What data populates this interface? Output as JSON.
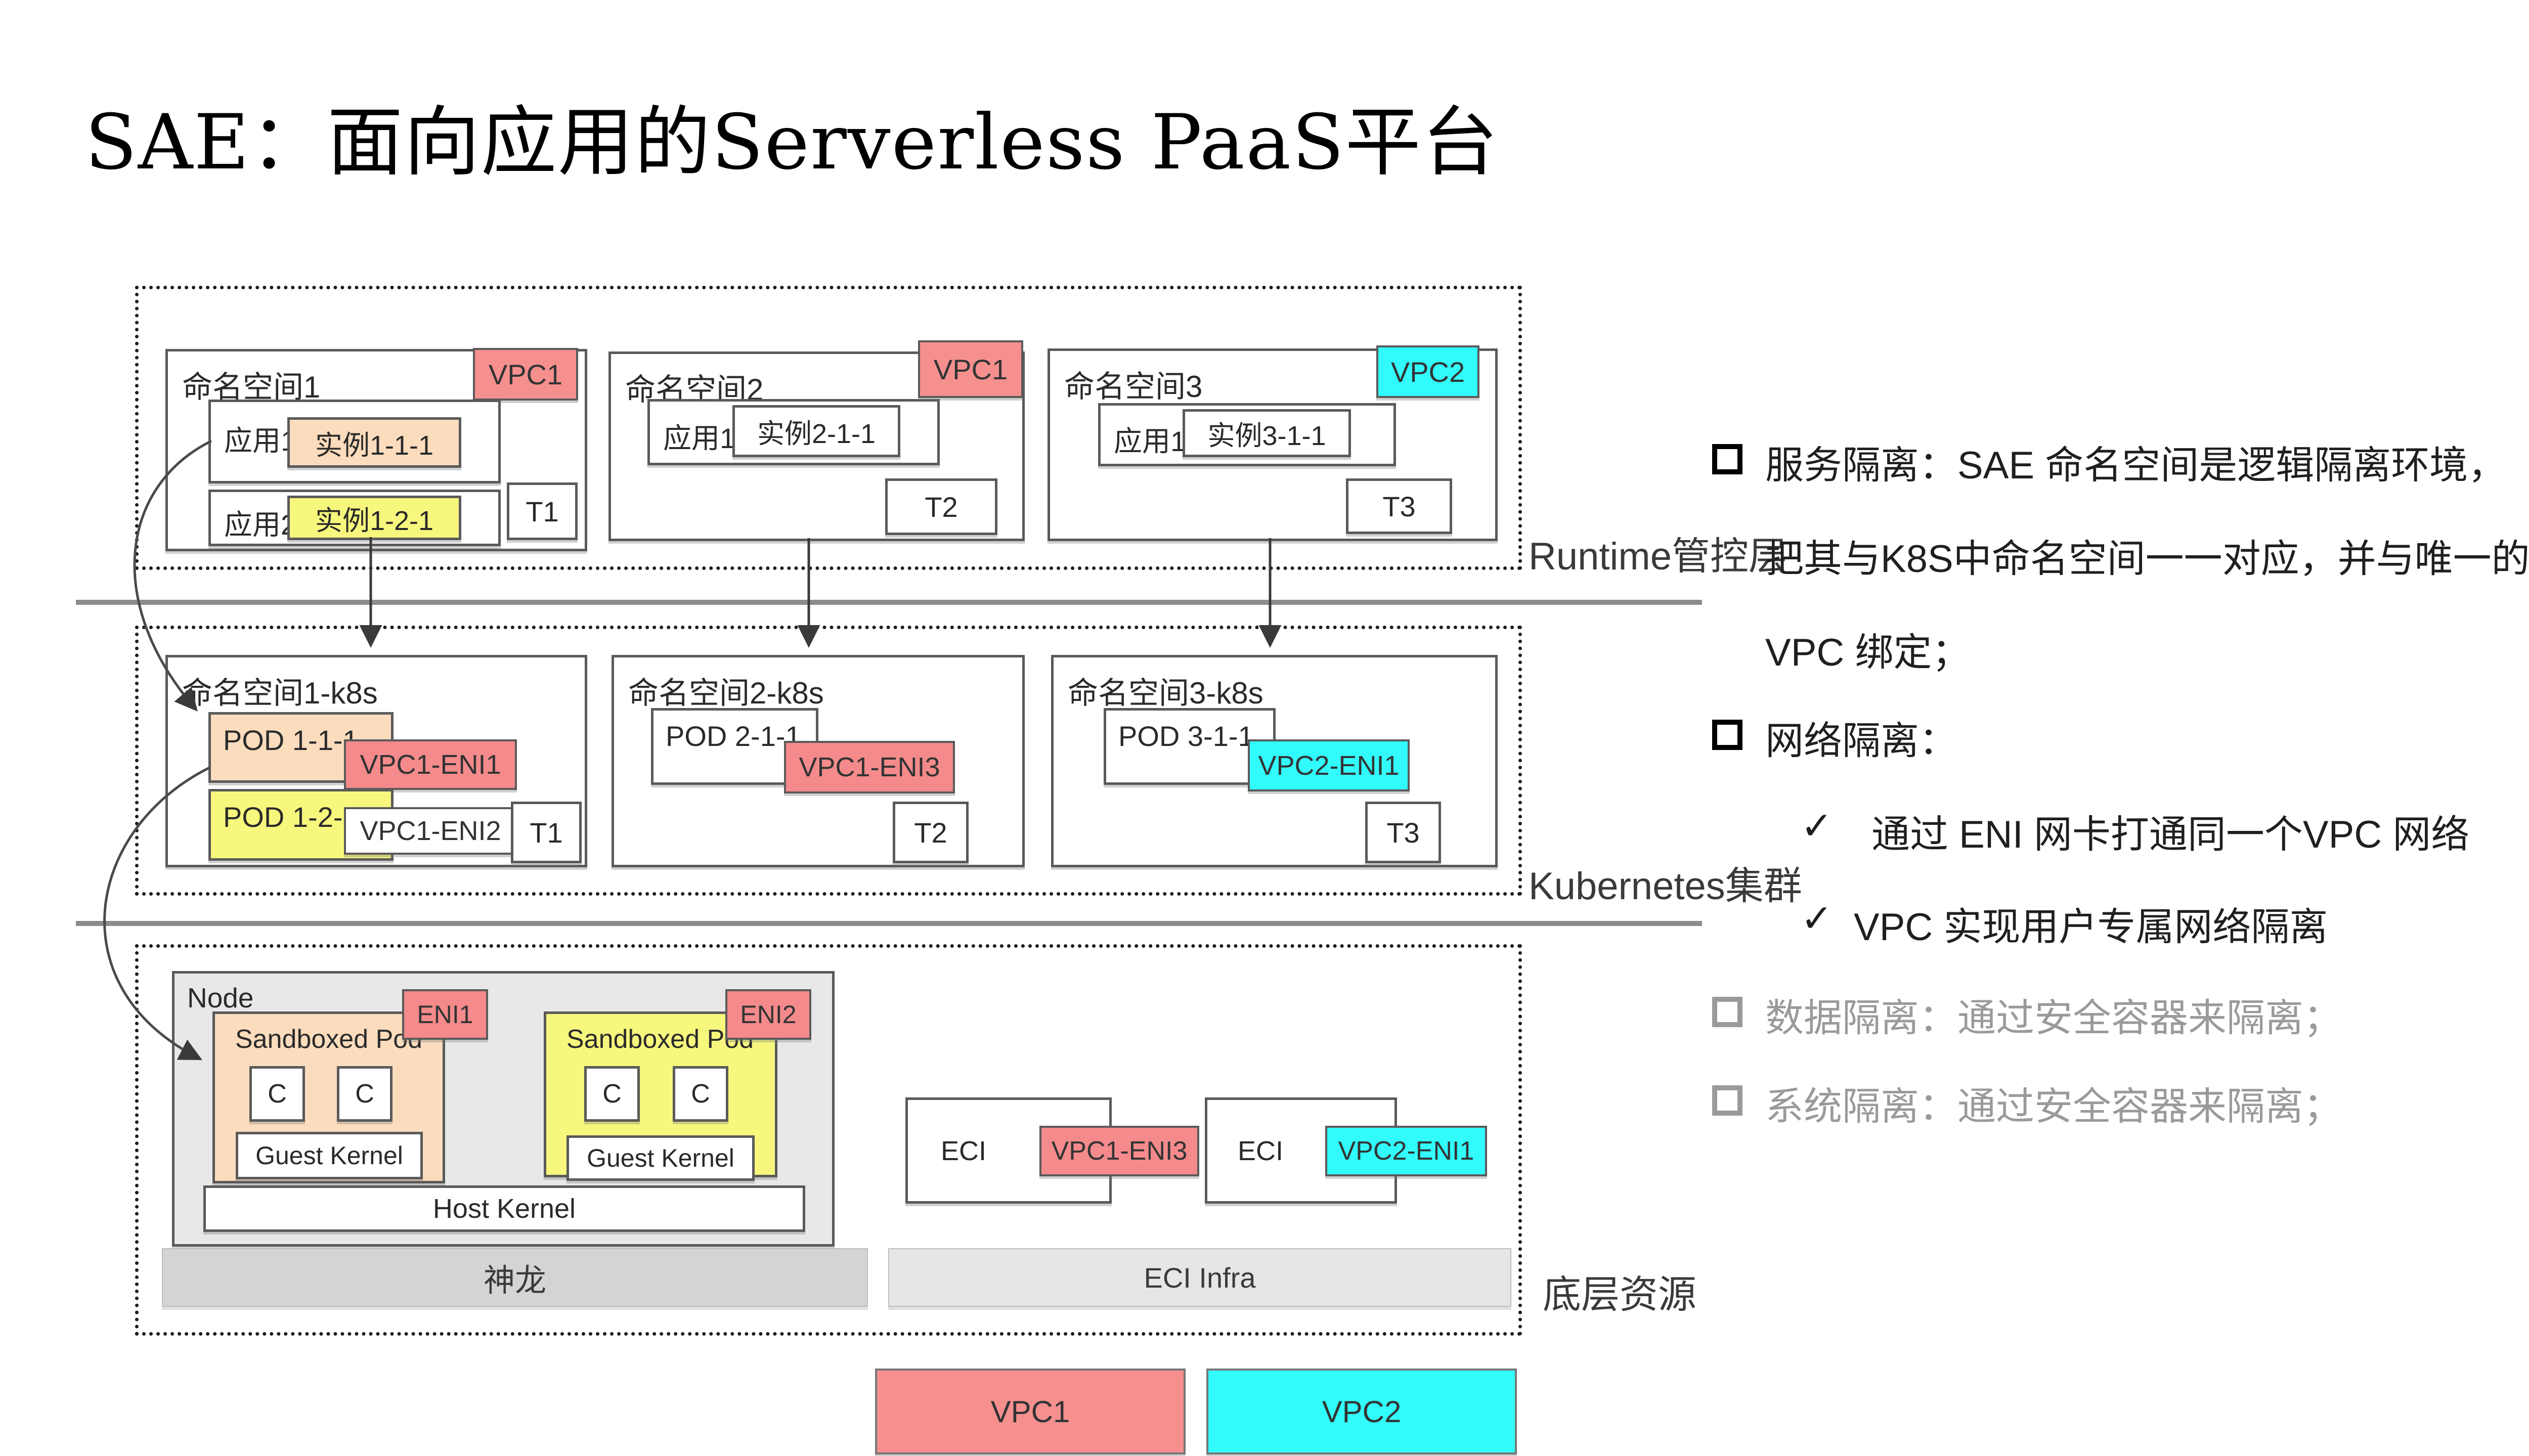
{
  "title": "SAE：面向应用的Serverless PaaS平台",
  "colors": {
    "vpc1_red": "#F5908F",
    "vpc2_cyan": "#32FBFC",
    "eni_red": "#F48A8B",
    "instance_peach": "#FBDCBD",
    "instance_yellow": "#F7F77D",
    "node_gray": "#E8E8E8",
    "shenlong_gray": "#D4D4D4",
    "eci_infra_gray": "#E6E6E6"
  },
  "runtime": {
    "label": "Runtime管控层",
    "ns1": {
      "name": "命名空间1",
      "vpc": "VPC1",
      "app1": "应用1",
      "inst1": "实例1-1-1",
      "app2": "应用2",
      "inst2": "实例1-2-1",
      "t": "T1"
    },
    "ns2": {
      "name": "命名空间2",
      "vpc": "VPC1",
      "app1": "应用1",
      "inst1": "实例2-1-1",
      "t": "T2"
    },
    "ns3": {
      "name": "命名空间3",
      "vpc": "VPC2",
      "app1": "应用1",
      "inst1": "实例3-1-1",
      "t": "T3"
    }
  },
  "k8s": {
    "label": "Kubernetes集群",
    "ns1": {
      "name": "命名空间1-k8s",
      "pod1": "POD 1-1-1",
      "eni1": "VPC1-ENI1",
      "pod2": "POD 1-2-1",
      "eni2": "VPC1-ENI2",
      "t": "T1"
    },
    "ns2": {
      "name": "命名空间2-k8s",
      "pod1": "POD 2-1-1",
      "eni1": "VPC1-ENI3",
      "t": "T2"
    },
    "ns3": {
      "name": "命名空间3-k8s",
      "pod1": "POD 3-1-1",
      "eni1": "VPC2-ENI1",
      "t": "T3"
    }
  },
  "infra": {
    "label": "底层资源",
    "node": {
      "name": "Node",
      "pod_a": {
        "name": "Sandboxed Pod",
        "eni": "ENI1",
        "c1": "C",
        "c2": "C",
        "kernel": "Guest Kernel"
      },
      "pod_b": {
        "name": "Sandboxed Pod",
        "eni": "ENI2",
        "c1": "C",
        "c2": "C",
        "kernel": "Guest Kernel"
      },
      "host_kernel": "Host Kernel"
    },
    "shenlong": "神龙",
    "eci_infra": "ECI Infra",
    "eci1": {
      "name": "ECI",
      "eni": "VPC1-ENI3"
    },
    "eci2": {
      "name": "ECI",
      "eni": "VPC2-ENI1"
    }
  },
  "legend": {
    "vpc1": "VPC1",
    "vpc2": "VPC2"
  },
  "notes": {
    "check_glyph": "✓",
    "b1_line1": "服务隔离：SAE 命名空间是逻辑隔离环境，",
    "b1_line2": "把其与K8S中命名空间一一对应，并与唯一的",
    "b1_line3": "VPC 绑定；",
    "b2_head": "网络隔离：",
    "b2_sub1": "通过 ENI 网卡打通同一个VPC 网络",
    "b2_sub2": "VPC 实现用户专属网络隔离",
    "b3": "数据隔离：通过安全容器来隔离；",
    "b4": "系统隔离：通过安全容器来隔离；"
  }
}
